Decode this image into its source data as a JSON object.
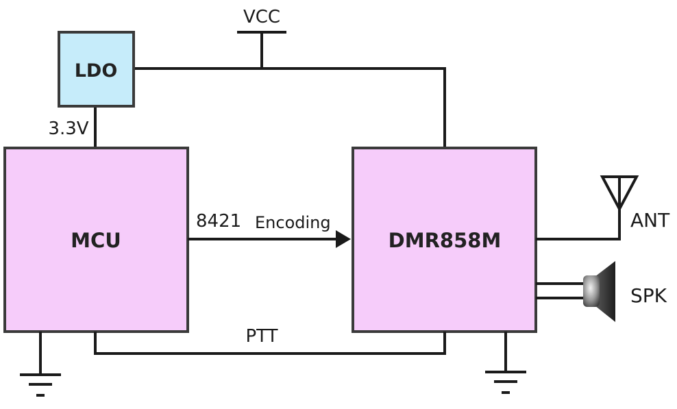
{
  "blocks": {
    "ldo": {
      "label": "LDO",
      "fill": "#c6ecfa"
    },
    "mcu": {
      "label": "MCU",
      "fill": "#f6ccfa"
    },
    "dmr": {
      "label": "DMR858M",
      "fill": "#f6ccfa"
    }
  },
  "labels": {
    "vcc": "VCC",
    "v33": "3.3V",
    "encoding_num": "8421",
    "encoding_text": "Encoding",
    "ptt": "PTT",
    "ant": "ANT",
    "spk": "SPK"
  },
  "icons": {
    "antenna": "antenna-icon",
    "speaker": "speaker-icon",
    "ground": "ground-icon"
  }
}
